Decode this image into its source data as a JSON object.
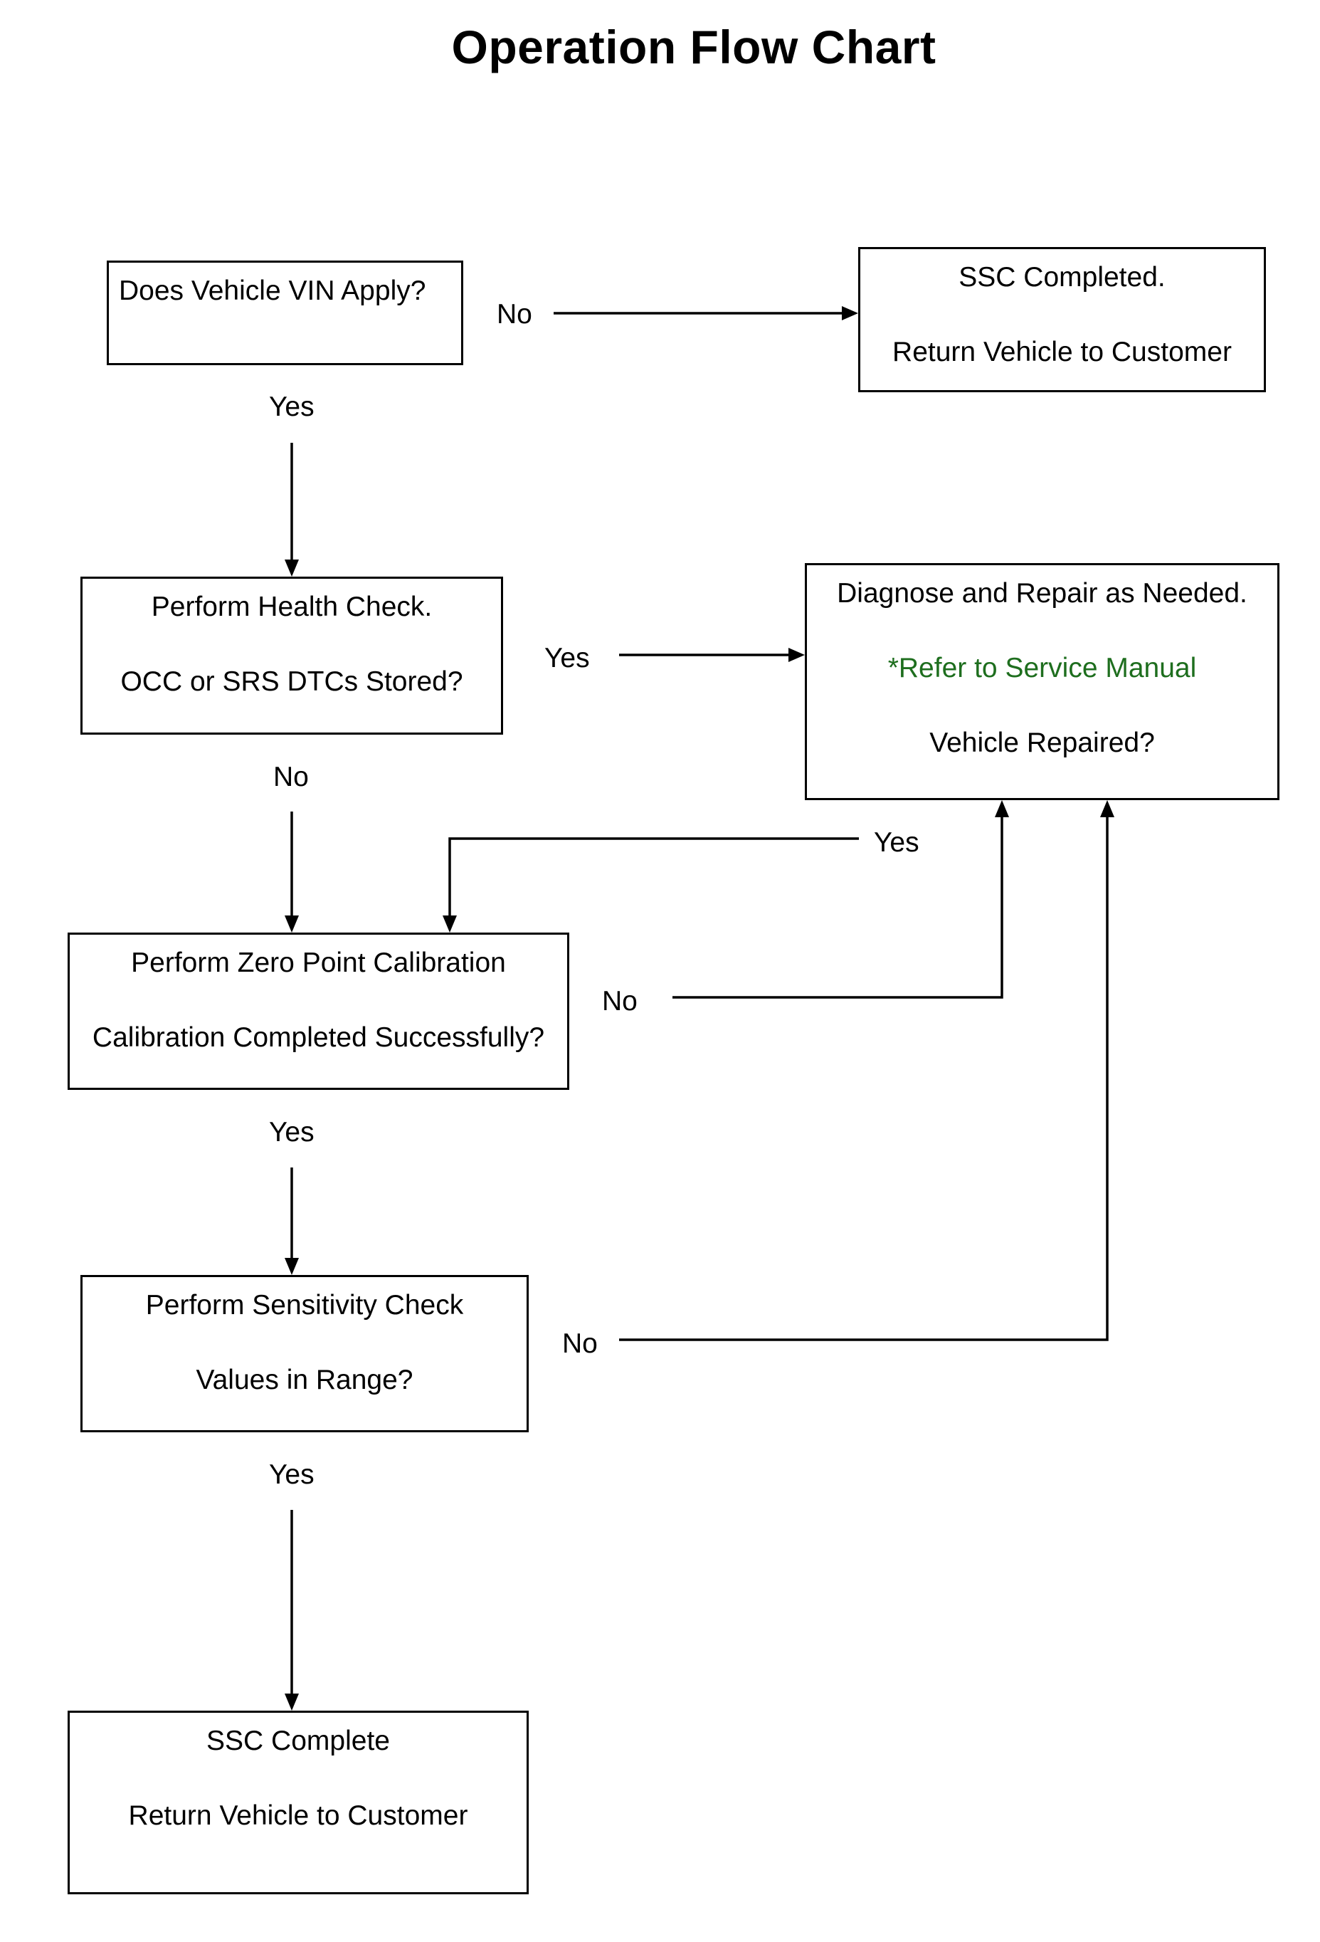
{
  "title": "Operation Flow Chart",
  "nodes": {
    "vin_check": {
      "line1": "Does Vehicle VIN Apply?"
    },
    "ssc_completed_top": {
      "line1": "SSC Completed.",
      "line2": "Return Vehicle to Customer"
    },
    "health_check": {
      "line1": "Perform Health Check.",
      "line2": "OCC or SRS DTCs Stored?"
    },
    "diagnose_repair": {
      "line1": "Diagnose and Repair as Needed.",
      "line2": "*Refer to Service Manual",
      "line3": "Vehicle Repaired?"
    },
    "zero_point": {
      "line1": "Perform Zero Point Calibration",
      "line2": "Calibration Completed Successfully?"
    },
    "sensitivity": {
      "line1": "Perform Sensitivity Check",
      "line2": "Values in Range?"
    },
    "ssc_complete_bottom": {
      "line1": "SSC Complete",
      "line2": "Return Vehicle to Customer"
    }
  },
  "edge_labels": {
    "vin_no": "No",
    "vin_yes": "Yes",
    "health_yes": "Yes",
    "health_no": "No",
    "repaired_yes": "Yes",
    "calibration_no": "No",
    "calibration_yes": "Yes",
    "sensitivity_no": "No",
    "sensitivity_yes": "Yes"
  },
  "colors": {
    "note_text": "#1e6e1e",
    "line": "#000000"
  }
}
